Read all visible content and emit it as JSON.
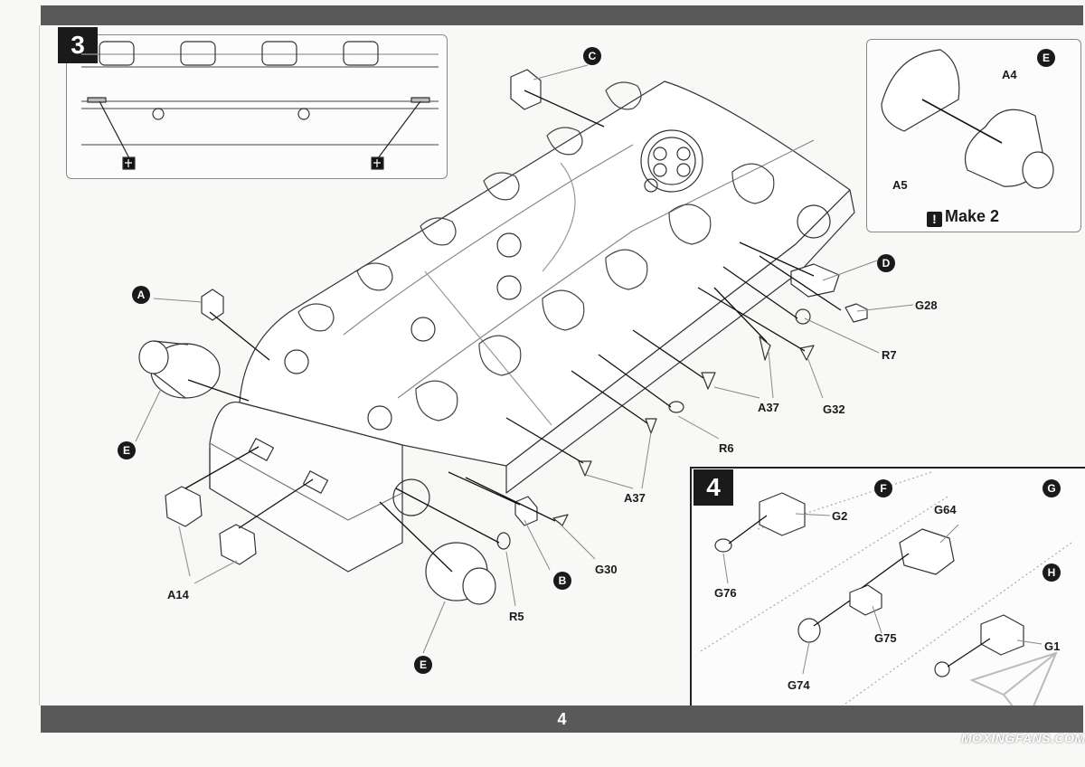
{
  "page": {
    "number": "4"
  },
  "steps": [
    {
      "number": "3"
    },
    {
      "number": "4"
    }
  ],
  "inset_e": {
    "note": "Make 2",
    "badge": "E",
    "parts": [
      "A4",
      "A5"
    ]
  },
  "step3": {
    "callouts": [
      "A",
      "C",
      "D",
      "B",
      "E",
      "E"
    ],
    "parts": [
      "G28",
      "R7",
      "A37",
      "G32",
      "R6",
      "A37",
      "G30",
      "R5",
      "A14"
    ]
  },
  "step4": {
    "callouts": [
      "F",
      "G",
      "H"
    ],
    "parts": [
      "G2",
      "G76",
      "G64",
      "G75",
      "G74",
      "G1"
    ]
  },
  "watermark": "MOXINGFANS.COM"
}
